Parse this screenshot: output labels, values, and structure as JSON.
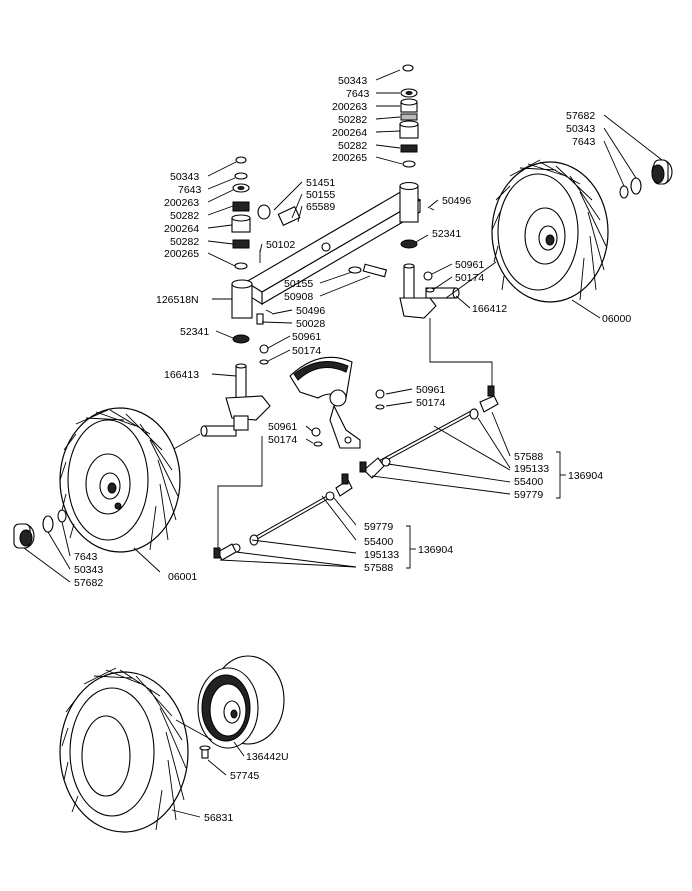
{
  "callouts": {
    "a1": "50343",
    "a2": "7643",
    "a3": "200263",
    "a4": "50282",
    "a5": "200264",
    "a6": "50282",
    "a7": "200265",
    "b1": "50343",
    "b2": "7643",
    "b3": "200263",
    "b4": "50282",
    "b5": "200264",
    "b6": "50282",
    "b7": "200265",
    "c1": "51451",
    "c2": "50155",
    "c3": "65589",
    "c4": "50102",
    "d1": "50496",
    "d2": "52341",
    "d3": "50961",
    "d4": "50174",
    "d5": "166412",
    "d6": "06000",
    "e1": "57682",
    "e2": "50343",
    "e3": "7643",
    "f1": "50155",
    "f2": "50908",
    "f3": "126518N",
    "f4": "50496",
    "f5": "50028",
    "g1": "52341",
    "g2": "50961",
    "g3": "50174",
    "g4": "166413",
    "h1": "50961",
    "h2": "50174",
    "h3": "50961",
    "h4": "50174",
    "i1": "57588",
    "i2": "195133",
    "i3": "55400",
    "i4": "59779",
    "i5": "136904",
    "j1": "59779",
    "j2": "55400",
    "j3": "195133",
    "j4": "57588",
    "j5": "136904",
    "k1": "7643",
    "k2": "50343",
    "k3": "57682",
    "k4": "06001",
    "m1": "136442U",
    "m2": "57745",
    "m3": "56831"
  }
}
